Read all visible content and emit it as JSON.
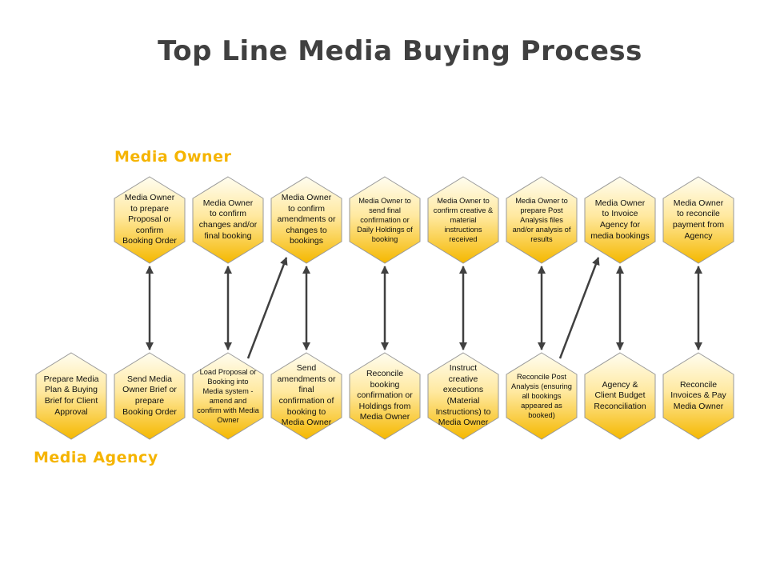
{
  "title": "Top Line Media Buying Process",
  "lanes": {
    "owner": "Media Owner",
    "agency": "Media Agency"
  },
  "colors": {
    "hex_top": "#fffdf0",
    "hex_bottom": "#f5b800",
    "hex_stroke": "#9a9a9a",
    "lane_label": "#f5b400",
    "arrow": "#404040"
  },
  "owner_steps": [
    "Media Owner to prepare Proposal or confirm Booking Order",
    "Media Owner to confirm changes and/or final booking",
    "Media Owner to confirm amendments or changes to bookings",
    "Media Owner to send final confirmation or Daily Holdings of booking",
    "Media Owner to confirm creative & material instructions received",
    "Media Owner to prepare Post Analysis files and/or analysis of results",
    "Media Owner to Invoice Agency for media bookings",
    "Media Owner to reconcile payment from Agency"
  ],
  "agency_steps": [
    "Prepare Media Plan & Buying Brief for Client Approval",
    "Send Media Owner Brief or prepare Booking Order",
    "Load Proposal or Booking into Media system - amend and confirm with Media Owner",
    "Send amendments or final confirmation of booking to Media Owner",
    "Reconcile booking confirmation or Holdings from Media Owner",
    "Instruct creative executions (Material Instructions) to Media Owner",
    "Reconcile Post Analysis (ensuring all bookings appeared as booked)",
    "Agency & Client Budget Reconciliation",
    "Reconcile Invoices & Pay Media Owner"
  ]
}
